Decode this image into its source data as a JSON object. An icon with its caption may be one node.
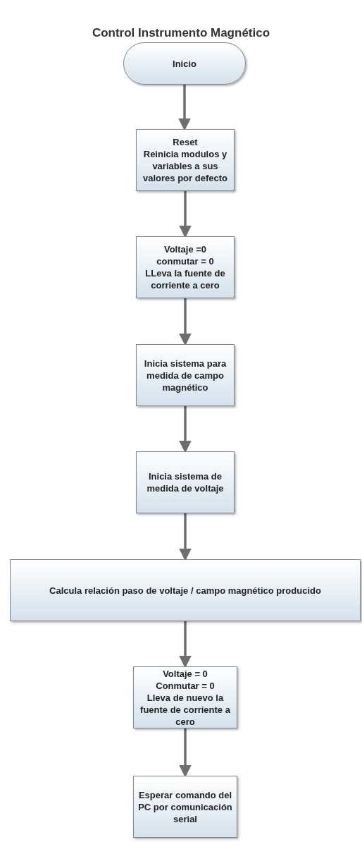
{
  "diagram": {
    "title": "Control Instrumento Magnético",
    "nodes": [
      {
        "text": [
          "Inicio"
        ]
      },
      {
        "text": [
          "Reset",
          "Reinicia modulos y variables a sus valores por defecto"
        ]
      },
      {
        "text": [
          "Voltaje =0",
          "conmutar = 0",
          "LLeva la fuente de corriente a cero"
        ]
      },
      {
        "text": [
          "Inicia sistema para medida de campo magnético"
        ]
      },
      {
        "text": [
          "Inicia sistema de medida de voltaje"
        ]
      },
      {
        "text": [
          "Calcula relación paso de voltaje / campo magnético producido"
        ]
      },
      {
        "text": [
          "Voltaje = 0",
          "Conmutar = 0",
          "Lleva de nuevo la fuente de corriente a cero"
        ]
      },
      {
        "text": [
          "Esperar comando del PC por comunicación serial"
        ]
      }
    ],
    "edges": [
      {
        "from": 0,
        "to": 1,
        "arrow": "to"
      },
      {
        "from": 1,
        "to": 2,
        "arrow": "to"
      },
      {
        "from": 2,
        "to": 3,
        "arrow": "to"
      },
      {
        "from": 3,
        "to": 4,
        "arrow": "to"
      },
      {
        "from": 4,
        "to": 5,
        "arrow": "to"
      },
      {
        "from": 5,
        "to": 6,
        "arrow": "to"
      },
      {
        "from": 6,
        "to": 7,
        "arrow": "to"
      }
    ]
  }
}
